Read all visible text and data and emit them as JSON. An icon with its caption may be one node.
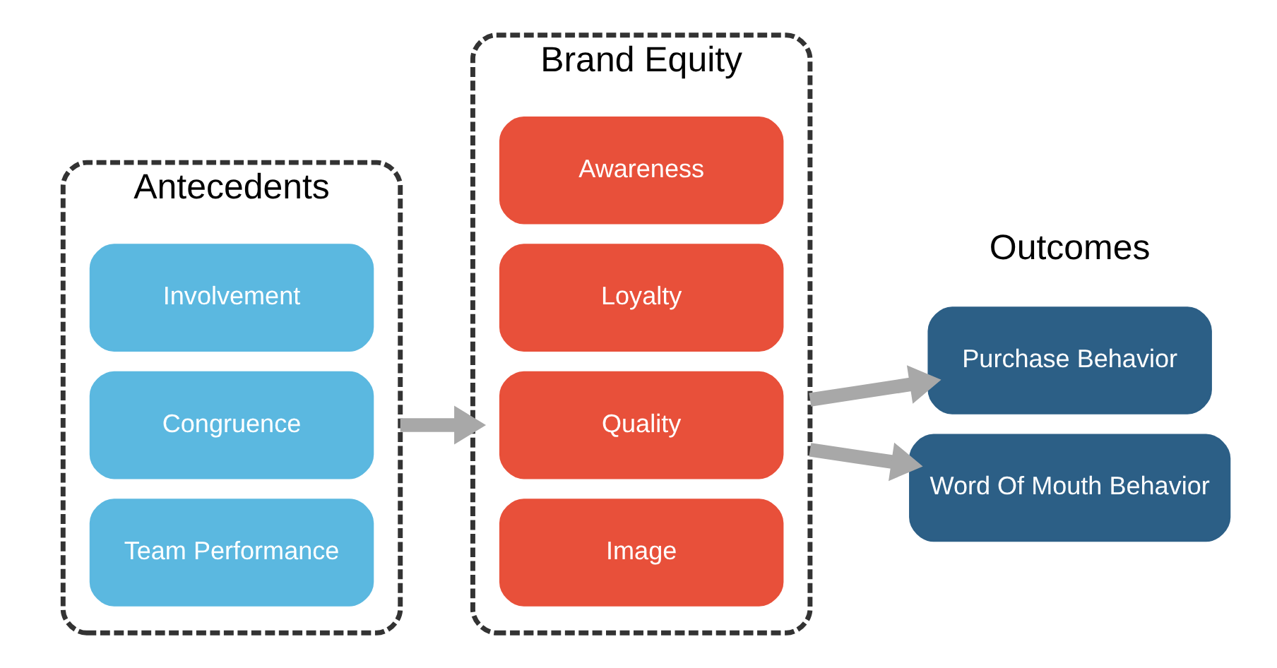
{
  "diagram": {
    "nodes": [
      {
        "text": [
          "Antecedents"
        ]
      },
      {
        "text": [
          "Involvement"
        ],
        "in": 0
      },
      {
        "text": [
          "Congruence"
        ],
        "in": 0
      },
      {
        "text": [
          "Team Performance"
        ],
        "in": 0
      },
      {
        "text": [
          "Brand Equity"
        ]
      },
      {
        "text": [
          "Awareness"
        ],
        "in": 4
      },
      {
        "text": [
          "Loyalty"
        ],
        "in": 4
      },
      {
        "text": [
          "Quality"
        ],
        "in": 4
      },
      {
        "text": [
          "Image"
        ],
        "in": 4
      },
      {
        "text": [
          "Purchase Behavior"
        ]
      },
      {
        "text": [
          "Word Of Mouth Behavior"
        ]
      }
    ],
    "edges": [
      {
        "from": 0,
        "to": 4,
        "arrow": "to"
      },
      {
        "from": 4,
        "to": 9,
        "arrow": "to"
      },
      {
        "from": 4,
        "to": 10,
        "arrow": "to"
      }
    ],
    "labels": [
      "Outcomes"
    ]
  }
}
